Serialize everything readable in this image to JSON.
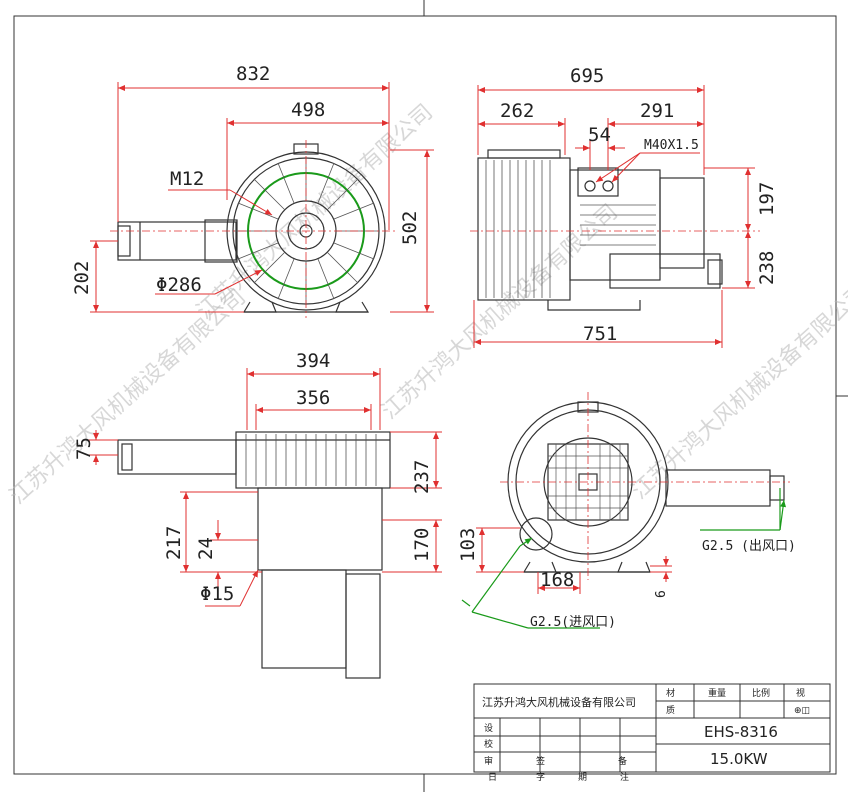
{
  "dimensions": {
    "front_width_total": "832",
    "front_width_body": "498",
    "front_height": "502",
    "front_inlet_height": "202",
    "bolt": "M12",
    "flange_diameter": "Φ286",
    "side_width_total": "695",
    "side_left": "262",
    "side_right": "291",
    "side_gap": "54",
    "thread": "M40X1.5",
    "side_top": "197",
    "side_bottom": "238",
    "side_base": "751",
    "plan_outer": "394",
    "plan_inner": "356",
    "plan_offset": "75",
    "plan_h1": "237",
    "plan_h2": "170",
    "plan_h3": "217",
    "plan_h4": "24",
    "plan_hole": "Φ15",
    "rear_h": "103",
    "rear_base": "168",
    "rear_foot": "6",
    "outlet_port": "G2.5 (出风口)",
    "inlet_port": "G2.5(进风口)"
  },
  "watermark": "江苏升鸿大风机械设备有限公司",
  "title_block": {
    "company": "江苏升鸿大风机械设备有限公司",
    "h_material_a": "材",
    "h_material_b": "质",
    "h_weight": "重量",
    "h_scale": "比例",
    "h_view": "视",
    "h_view_sym": "⊕◫",
    "r_design": "设",
    "r_check": "校",
    "r_review": "审",
    "r_sign": "签",
    "r_date": "日",
    "r_word": "字",
    "r_period": "期",
    "r_note": "备",
    "r_note2": "注",
    "model": "EHS-8316",
    "power": "15.0KW"
  }
}
